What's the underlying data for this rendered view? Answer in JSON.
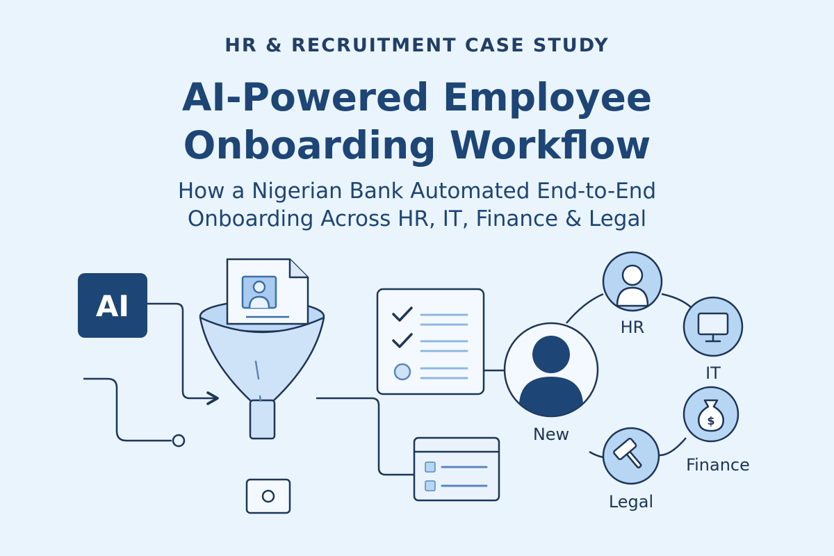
{
  "header": {
    "eyebrow": "HR & RECRUITMENT CASE STUDY",
    "title_line1": "AI-Powered Employee",
    "title_line2": "Onboarding Workflow",
    "subtitle_line1": "How a Nigerian Bank Automated End-to-End",
    "subtitle_line2": "Onboarding Across HR, IT, Finance & Legal"
  },
  "diagram": {
    "ai_badge": "AI",
    "center_label": "New",
    "departments": [
      {
        "label": "HR",
        "icon": "person-icon"
      },
      {
        "label": "IT",
        "icon": "monitor-icon"
      },
      {
        "label": "Finance",
        "icon": "money-bag-icon"
      },
      {
        "label": "Legal",
        "icon": "gavel-icon"
      }
    ],
    "money_symbol": "$",
    "checklist_icons": [
      "check-icon",
      "check-icon",
      "circle-icon"
    ]
  },
  "colors": {
    "background": "#eaf4fd",
    "navy": "#1d4575",
    "line": "#1d3557",
    "light_blue": "#b7d6f3",
    "funnel": "#cfe3f8"
  }
}
